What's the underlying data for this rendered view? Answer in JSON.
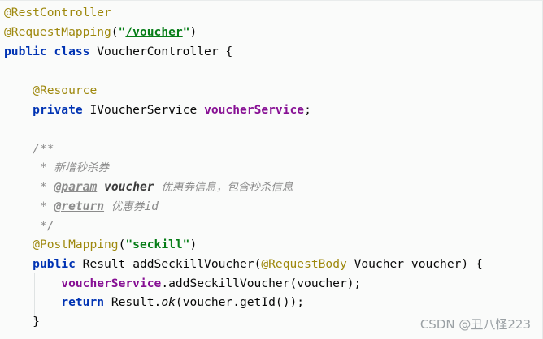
{
  "code": {
    "l1": {
      "ann": "@RestController"
    },
    "l2": {
      "ann": "@RequestMapping",
      "open": "(",
      "quote_open": "\"",
      "path": "/voucher",
      "quote_close": "\"",
      "close": ")"
    },
    "l3": {
      "kw_public": "public",
      "kw_class": "class",
      "name": "VoucherController",
      "brace": "{"
    },
    "l5": {
      "ann": "@Resource"
    },
    "l6": {
      "kw_private": "private",
      "type": "IVoucherService",
      "field": "voucherService",
      "semi": ";"
    },
    "l8": {
      "text": "/**"
    },
    "l9": {
      "star": "*",
      "text": "新增秒杀券"
    },
    "l10": {
      "star": "*",
      "tag": "@param",
      "param": "voucher",
      "text": "优惠券信息，包含秒杀信息"
    },
    "l11": {
      "star": "*",
      "tag": "@return",
      "text_cjk": "优惠券",
      "text_tail": "id"
    },
    "l12": {
      "text": "*/"
    },
    "l13": {
      "ann": "@PostMapping",
      "open": "(",
      "str": "\"seckill\"",
      "close": ")"
    },
    "l14": {
      "kw_public": "public",
      "ret": "Result",
      "method": "addSeckillVoucher",
      "open": "(",
      "ann": "@RequestBody",
      "ptype": "Voucher",
      "pname": "voucher",
      "close": ")",
      "brace": "{"
    },
    "l15": {
      "field": "voucherService",
      "call": ".addSeckillVoucher(voucher);"
    },
    "l16": {
      "kw_return": "return",
      "cls": "Result.",
      "method": "ok",
      "args": "(voucher.getId());"
    },
    "l17": {
      "brace": "}"
    }
  },
  "watermark": "CSDN @丑八怪223"
}
